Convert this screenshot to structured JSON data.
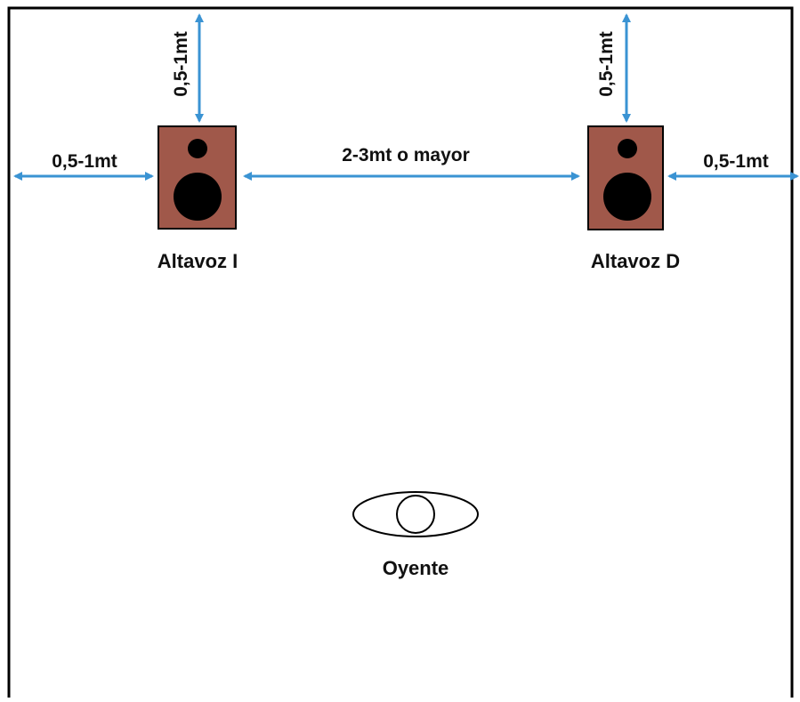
{
  "colors": {
    "arrow": "#3a93d3",
    "speaker_cabinet": "#a0584a",
    "speaker_driver": "#000000",
    "outline": "#000000",
    "background": "#ffffff"
  },
  "speakers": {
    "left": {
      "label": "Altavoz I",
      "icon": "speaker-icon"
    },
    "right": {
      "label": "Altavoz D",
      "icon": "speaker-icon"
    }
  },
  "dimensions": {
    "left_top": "0,5-1mt",
    "left_side": "0,5-1mt",
    "between": "2-3mt o mayor",
    "right_top": "0,5-1mt",
    "right_side": "0,5-1mt"
  },
  "listener": {
    "label": "Oyente",
    "icon": "eye-icon"
  }
}
